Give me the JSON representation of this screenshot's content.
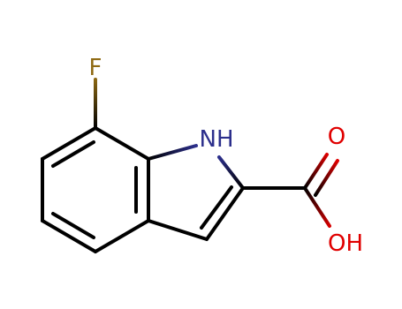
{
  "molecule": {
    "atoms": {
      "fluorine": {
        "symbol": "F",
        "color": "#8f6a13"
      },
      "nitrogen": {
        "symbol": "NH",
        "color": "#2c2f8c"
      },
      "carbonyl_oxygen": {
        "symbol": "O",
        "color": "#e00000"
      },
      "hydroxyl": {
        "symbol": "OH",
        "color": "#e00000"
      }
    },
    "colors": {
      "bond": "#000000",
      "background": "#ffffff"
    }
  }
}
